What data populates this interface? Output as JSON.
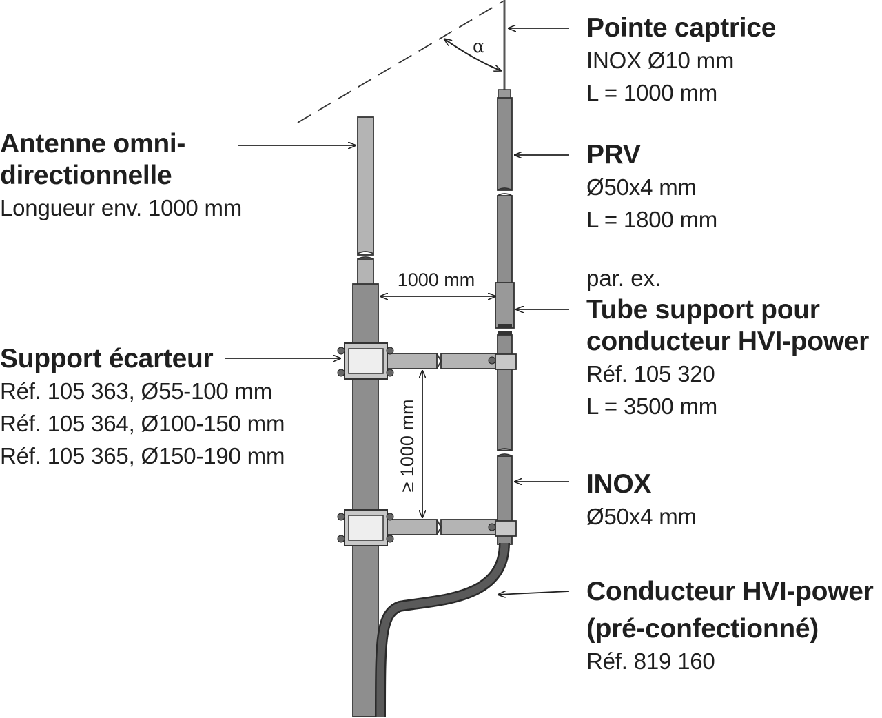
{
  "labels": {
    "pointe": {
      "title": "Pointe captrice",
      "lines": [
        "INOX Ø10 mm",
        "L = 1000 mm"
      ]
    },
    "prv": {
      "title": "PRV",
      "lines": [
        "Ø50x4 mm",
        "L = 1800 mm"
      ]
    },
    "tube": {
      "prefix": "par. ex.",
      "title_lines": [
        "Tube support pour",
        "conducteur HVI-power"
      ],
      "lines": [
        "Réf. 105 320",
        "L = 3500 mm"
      ]
    },
    "inox": {
      "title": "INOX",
      "lines": [
        "Ø50x4 mm"
      ]
    },
    "conducteur": {
      "title_lines": [
        "Conducteur HVI-power",
        "(pré-confectionné)"
      ],
      "lines": [
        "Réf. 819 160"
      ]
    },
    "antenne": {
      "title_lines": [
        "Antenne omni-",
        "directionnelle"
      ],
      "lines": [
        "Longueur env. 1000 mm"
      ]
    },
    "support": {
      "title": "Support écarteur",
      "lines": [
        "Réf. 105 363, Ø55-100 mm",
        "Réf. 105 364, Ø100-150 mm",
        "Réf. 105 365, Ø150-190 mm"
      ]
    }
  },
  "dimensions": {
    "horizontal": "1000 mm",
    "vertical": "≥ 1000 mm",
    "angle": "α"
  },
  "colors": {
    "pole": "#8e8e8e",
    "pole_light": "#b4b4b4",
    "cable": "#4a4a4a",
    "outline": "#2a2a2a"
  }
}
